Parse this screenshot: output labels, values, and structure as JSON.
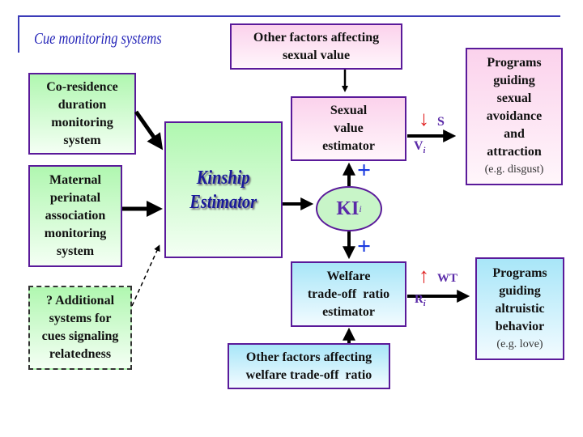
{
  "title": "Cue monitoring systems",
  "cue_systems": [
    {
      "lines": [
        "Co-residence",
        "duration",
        "monitoring",
        "system"
      ]
    },
    {
      "lines": [
        "Maternal",
        "perinatal",
        "association",
        "monitoring",
        "system"
      ]
    },
    {
      "lines": [
        "? Additional",
        "systems for",
        "cues signaling",
        "relatedness"
      ]
    }
  ],
  "kinship_estimator": {
    "lines": [
      "Kinship",
      "Estimator"
    ]
  },
  "kinship_index": {
    "label": "KI",
    "subscript": "i"
  },
  "sexual_value_factors": {
    "lines": [
      "Other factors affecting",
      "sexual value"
    ]
  },
  "sexual_value_estimator": {
    "lines": [
      "Sexual",
      "value",
      "estimator"
    ]
  },
  "welfare_estimator": {
    "lines": [
      "Welfare",
      "trade-off  ratio",
      "estimator"
    ]
  },
  "welfare_factors": {
    "lines": [
      "Other factors affecting",
      "welfare trade-off  ratio"
    ]
  },
  "sexual_programs": {
    "lines": [
      "Programs",
      "guiding",
      "sexual",
      "avoidance",
      "and",
      "attraction"
    ],
    "example": "(e.g. disgust)"
  },
  "altruistic_programs": {
    "lines": [
      "Programs",
      "guiding",
      "altruistic",
      "behavior"
    ],
    "example": "(e.g. love)"
  },
  "signs": {
    "plus_top": "+",
    "plus_bottom": "+"
  },
  "sv_output": {
    "arrow": "↓",
    "top": "S",
    "bottom": "V",
    "sub": "i"
  },
  "wt_output": {
    "arrow": "↑",
    "top": "WT",
    "bottom": "R",
    "sub": "i"
  },
  "colors": {
    "border": "#5a1a9a",
    "title": "#2424b8",
    "plus": "#1a3ae0",
    "red_arrow": "#e02020",
    "label": "#5a2aa8"
  }
}
